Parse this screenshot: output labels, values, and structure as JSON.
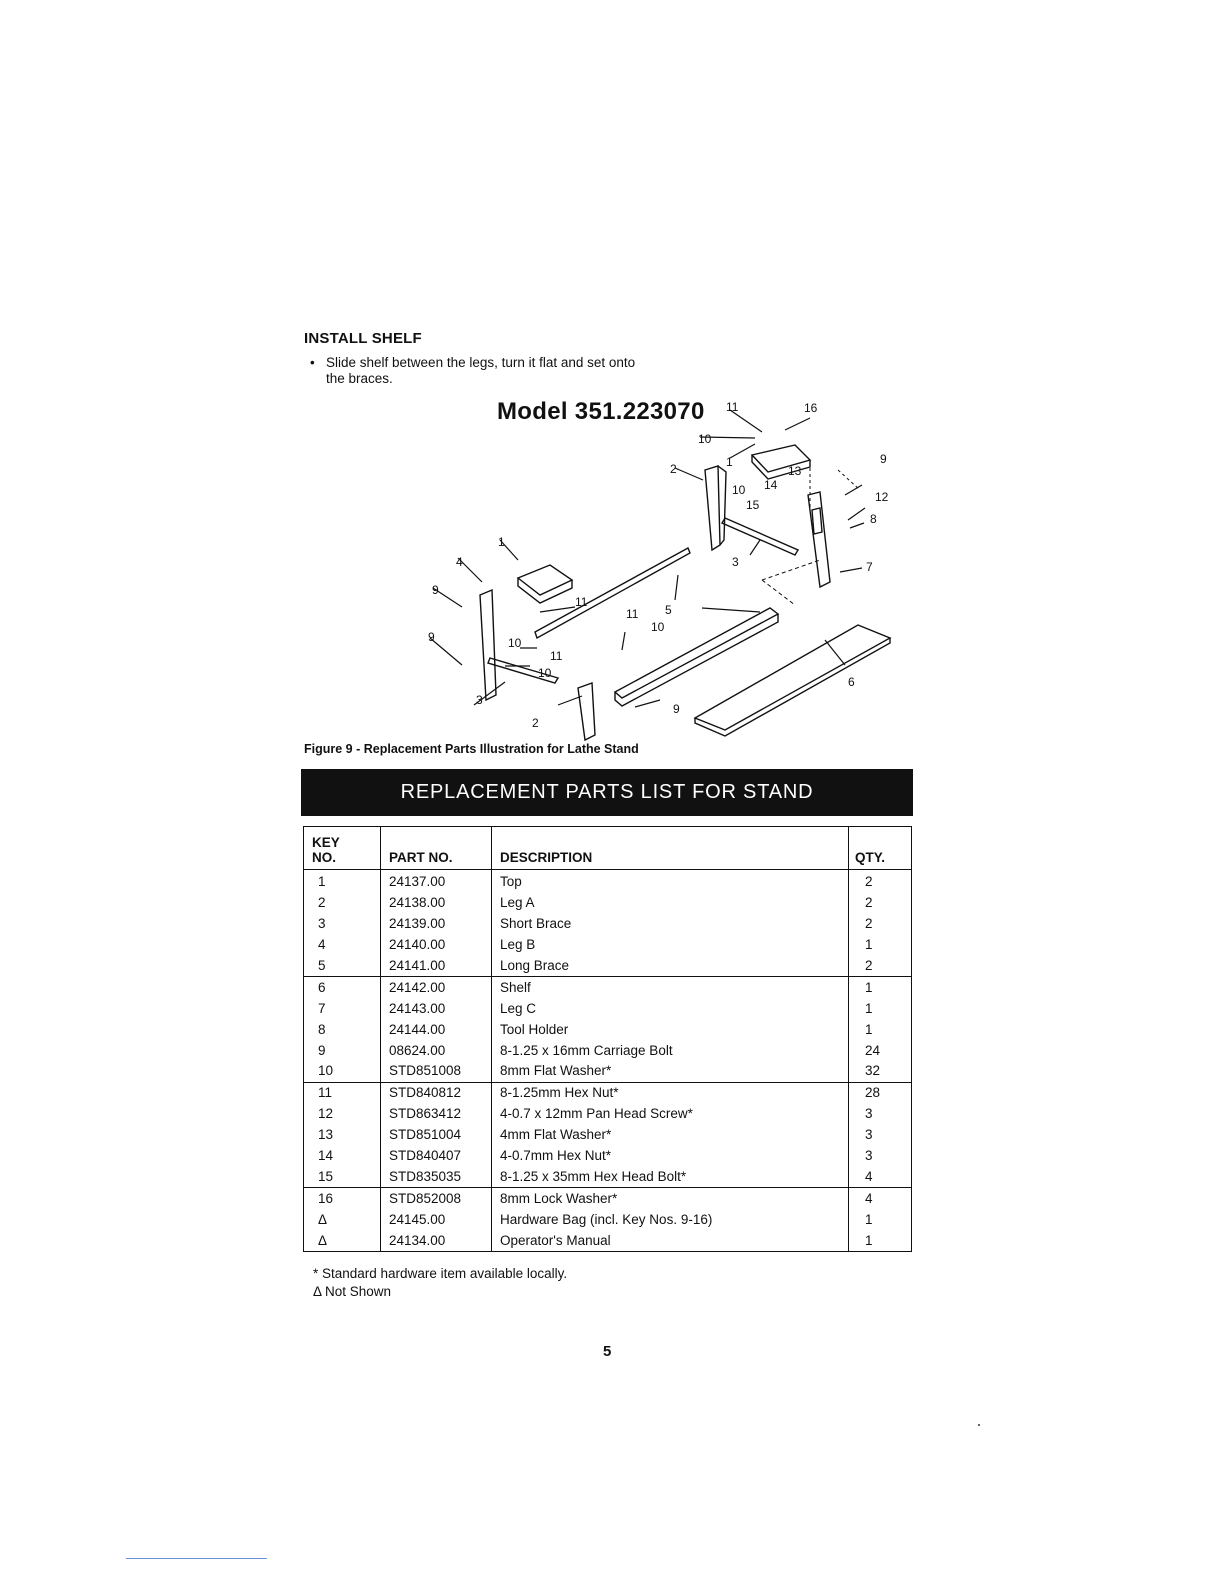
{
  "section": {
    "heading": "INSTALL SHELF",
    "bullet": "•",
    "instruction": "Slide shelf between the legs, turn it flat and set onto the braces."
  },
  "figure": {
    "model_title": "Model 351.223070",
    "caption": "Figure 9 - Replacement Parts Illustration for Lathe Stand",
    "callouts": [
      "11",
      "16",
      "10",
      "9",
      "2",
      "1",
      "10",
      "14",
      "13",
      "12",
      "15",
      "8",
      "3",
      "7",
      "1",
      "4",
      "9",
      "11",
      "11",
      "5",
      "10",
      "9",
      "10",
      "11",
      "10",
      "6",
      "3",
      "2",
      "9"
    ]
  },
  "parts_list": {
    "banner": "REPLACEMENT PARTS LIST FOR STAND",
    "headers": {
      "key_line1": "KEY",
      "key_line2": "NO.",
      "part": "PART NO.",
      "description": "DESCRIPTION",
      "qty": "QTY."
    },
    "rows": [
      {
        "key": "1",
        "part": "24137.00",
        "desc": "Top",
        "qty": "2"
      },
      {
        "key": "2",
        "part": "24138.00",
        "desc": "Leg A",
        "qty": "2"
      },
      {
        "key": "3",
        "part": "24139.00",
        "desc": "Short Brace",
        "qty": "2"
      },
      {
        "key": "4",
        "part": "24140.00",
        "desc": "Leg B",
        "qty": "1"
      },
      {
        "key": "5",
        "part": "24141.00",
        "desc": "Long Brace",
        "qty": "2"
      },
      {
        "key": "6",
        "part": "24142.00",
        "desc": "Shelf",
        "qty": "1"
      },
      {
        "key": "7",
        "part": "24143.00",
        "desc": "Leg C",
        "qty": "1"
      },
      {
        "key": "8",
        "part": "24144.00",
        "desc": "Tool Holder",
        "qty": "1"
      },
      {
        "key": "9",
        "part": "08624.00",
        "desc": "8-1.25 x 16mm Carriage Bolt",
        "qty": "24"
      },
      {
        "key": "10",
        "part": "STD851008",
        "desc": "8mm Flat Washer*",
        "qty": "32"
      },
      {
        "key": "11",
        "part": "STD840812",
        "desc": "8-1.25mm Hex Nut*",
        "qty": "28"
      },
      {
        "key": "12",
        "part": "STD863412",
        "desc": "4-0.7 x 12mm Pan Head Screw*",
        "qty": "3"
      },
      {
        "key": "13",
        "part": "STD851004",
        "desc": "4mm Flat Washer*",
        "qty": "3"
      },
      {
        "key": "14",
        "part": "STD840407",
        "desc": "4-0.7mm Hex Nut*",
        "qty": "3"
      },
      {
        "key": "15",
        "part": "STD835035",
        "desc": "8-1.25 x 35mm Hex Head Bolt*",
        "qty": "4"
      },
      {
        "key": "16",
        "part": "STD852008",
        "desc": "8mm Lock Washer*",
        "qty": "4"
      },
      {
        "key": "Δ",
        "part": "24145.00",
        "desc": "Hardware Bag (incl. Key Nos. 9-16)",
        "qty": "1"
      },
      {
        "key": "Δ",
        "part": "24134.00",
        "desc": "Operator's Manual",
        "qty": "1"
      }
    ]
  },
  "footnotes": {
    "standard": "*  Standard hardware item available locally.",
    "not_shown": "Δ  Not Shown"
  },
  "page_number": "5"
}
